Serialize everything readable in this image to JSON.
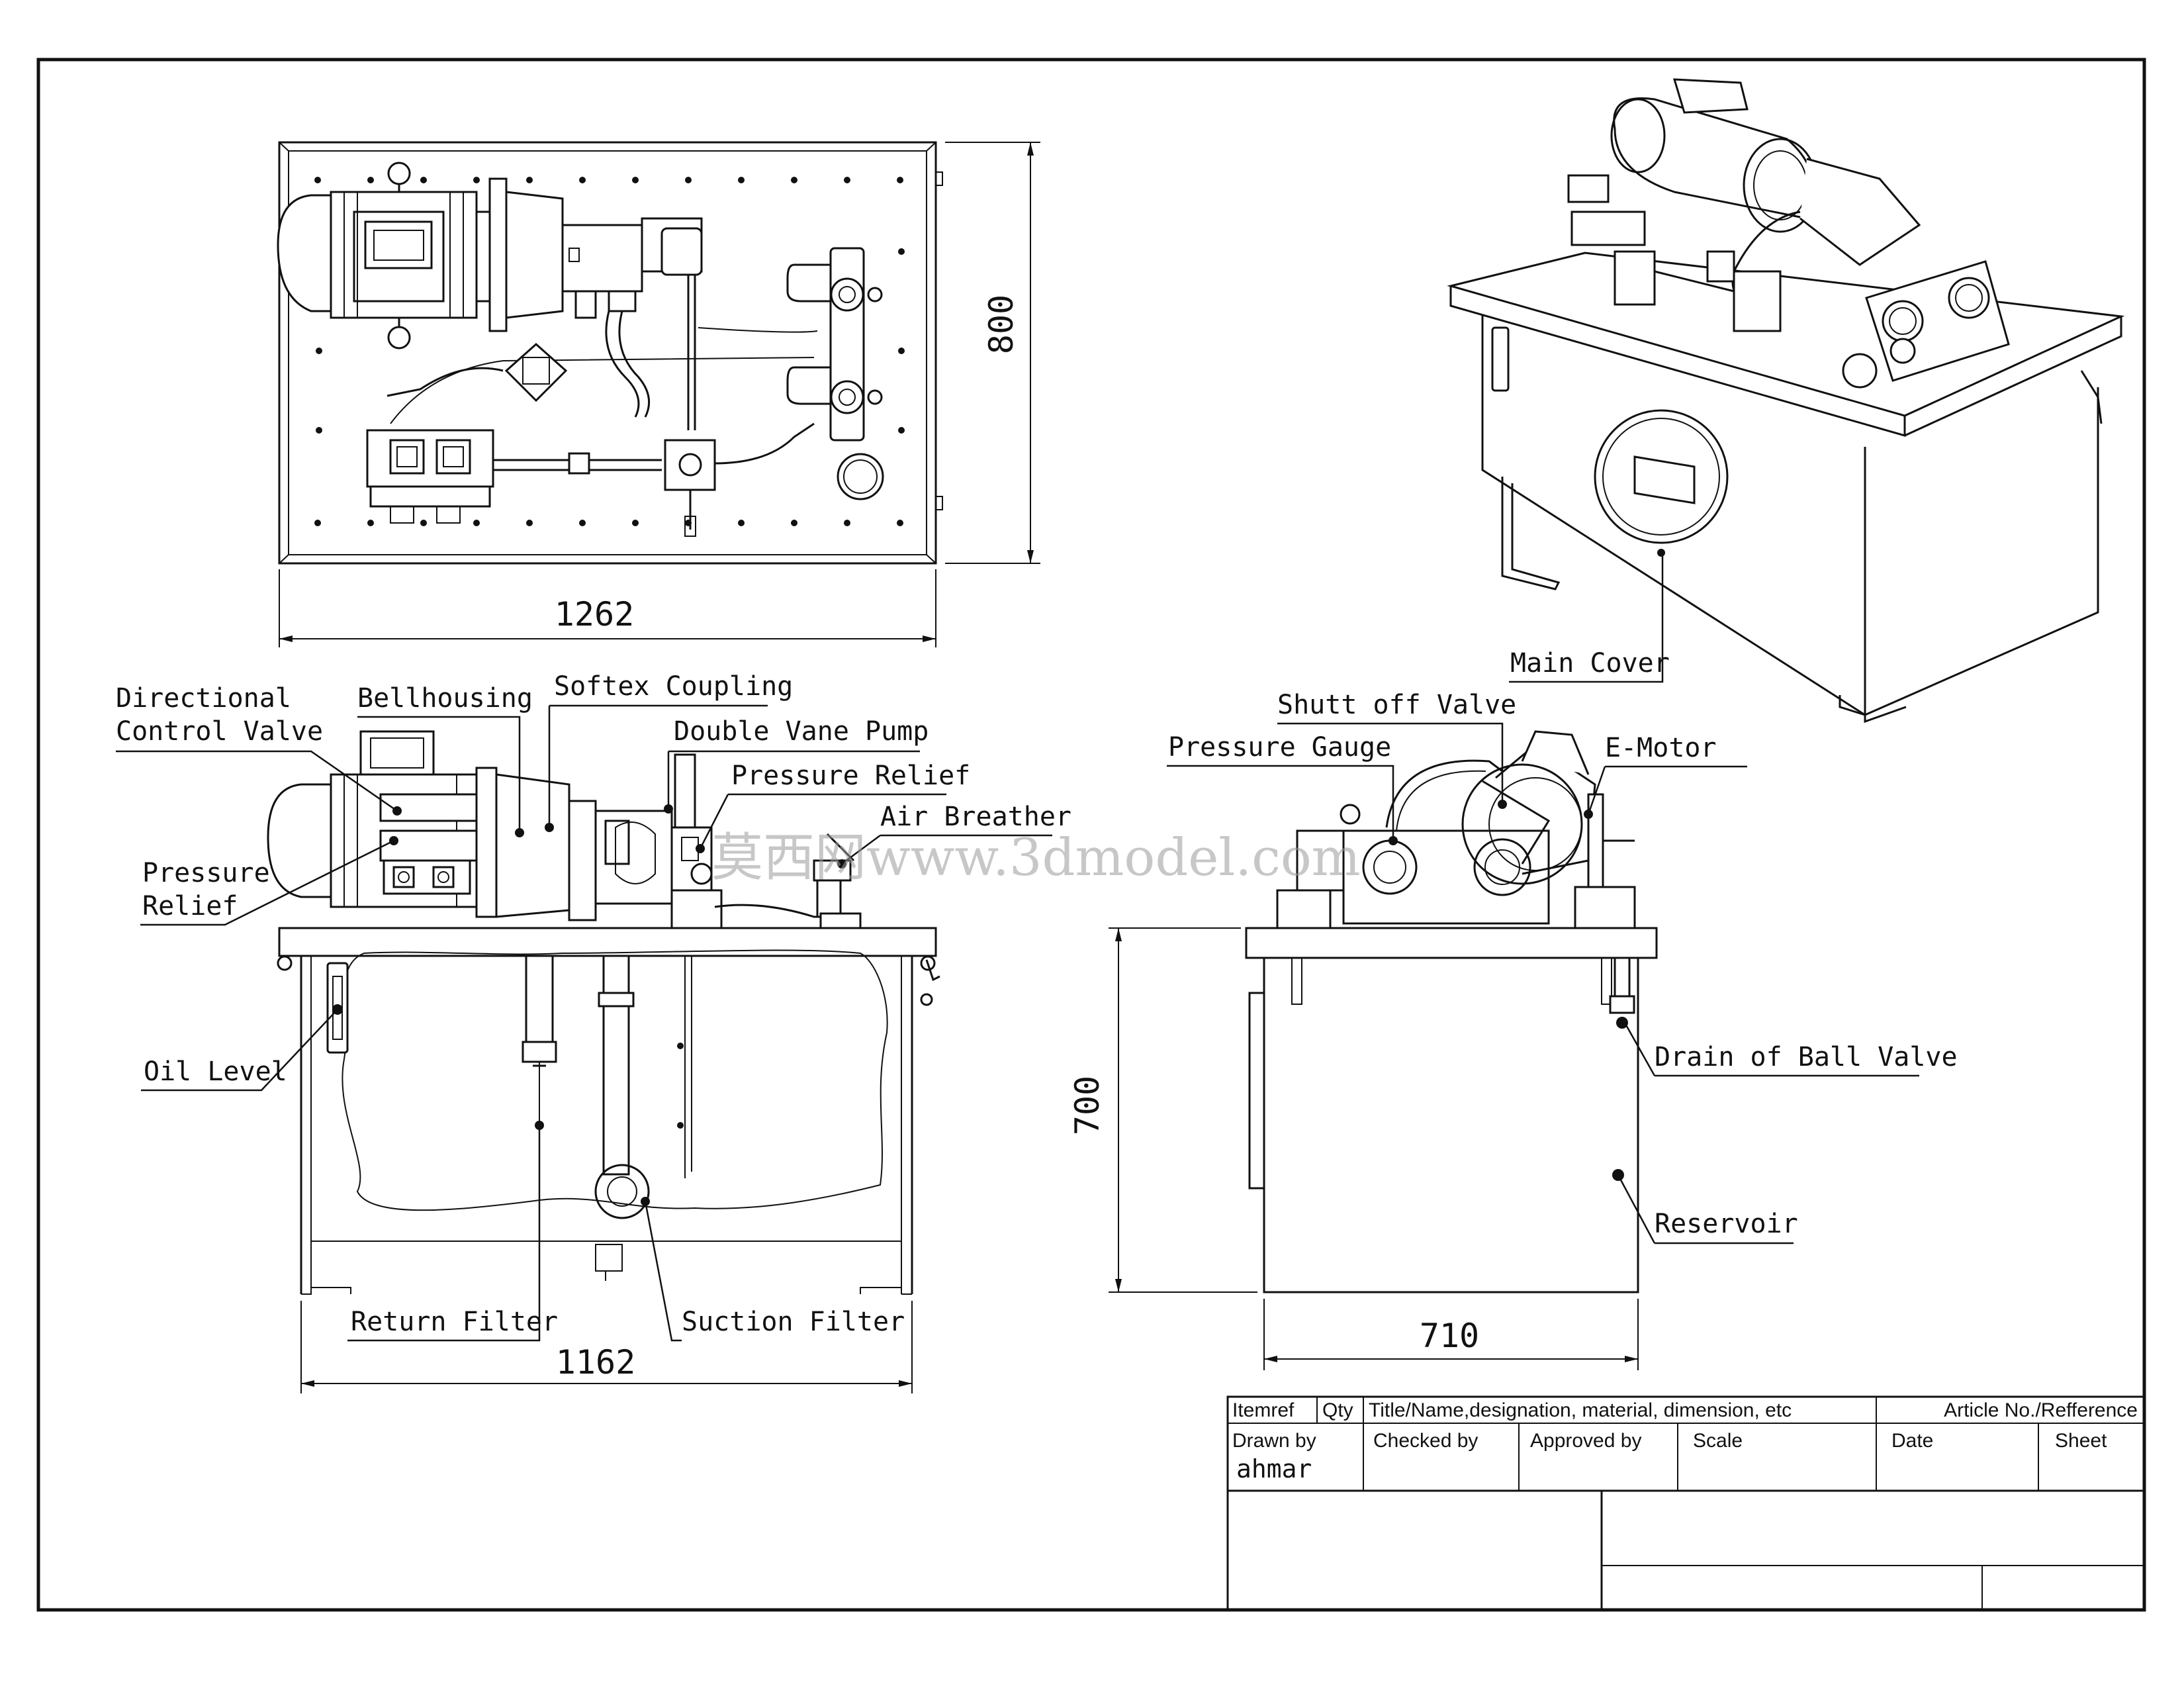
{
  "dimensions": {
    "top_width": "1262",
    "top_height": "800",
    "front_width": "1162",
    "side_width": "710",
    "side_height": "700"
  },
  "labels": {
    "directional_control_valve": [
      "Directional",
      "Control Valve"
    ],
    "bellhousing": "Bellhousing",
    "softex_coupling": "Softex Coupling",
    "double_vane_pump": "Double Vane Pump",
    "pressure_relief_front": [
      "Pressure",
      "Relief"
    ],
    "pressure_relief_side": "Pressure Relief",
    "air_breather": "Air Breather",
    "oil_level": "Oil Level",
    "return_filter": "Return Filter",
    "suction_filter": "Suction Filter",
    "shutt_off_valve": "Shutt off Valve",
    "pressure_gauge": "Pressure Gauge",
    "e_motor": "E-Motor",
    "drain_of_ball_valve": "Drain of Ball Valve",
    "reservoir": "Reservoir",
    "main_cover": "Main Cover"
  },
  "watermark": "莫西网www.3dmodel.com",
  "title_block": {
    "itemref": "Itemref",
    "qty": "Qty",
    "title_name": "Title/Name,designation, material, dimension, etc",
    "article_no": "Article No./Refference",
    "drawn_by": "Drawn by",
    "drawn_by_value": "ahmar",
    "checked_by": "Checked by",
    "approved_by": "Approved by",
    "scale": "Scale",
    "date": "Date",
    "sheet": "Sheet"
  }
}
